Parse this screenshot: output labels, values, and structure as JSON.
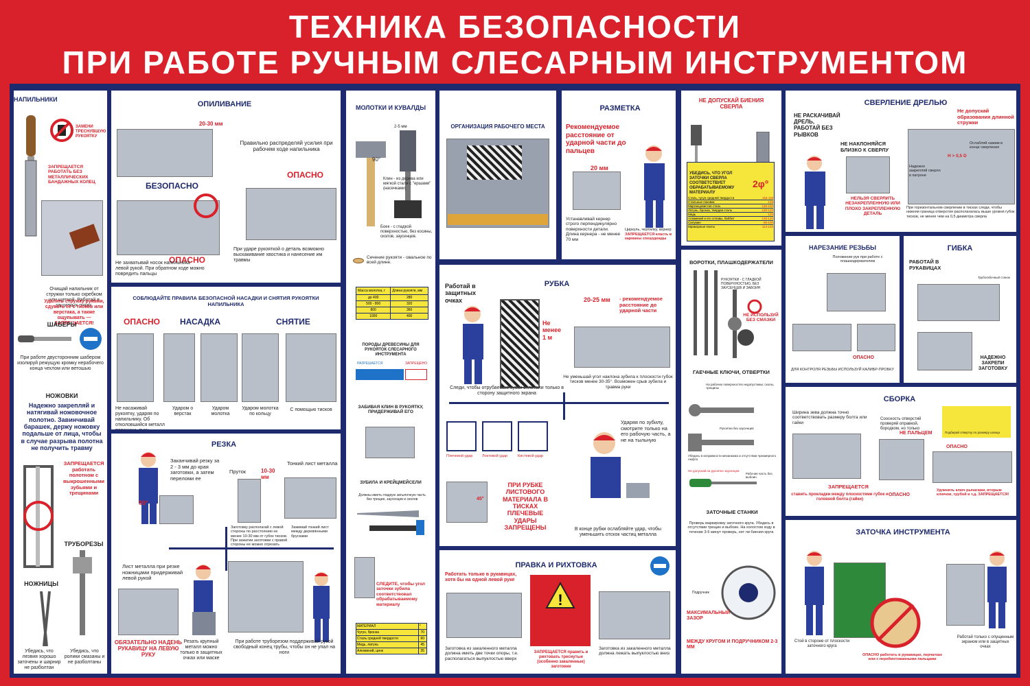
{
  "title_line1": "ТЕХНИКА БЕЗОПАСНОСТИ",
  "title_line2": "ПРИ РАБОТЕ РУЧНЫМ СЛЕСАРНЫМ ИНСТРУМЕНТОМ",
  "colors": {
    "background": "#d9212b",
    "frame": "#1e2a6e",
    "danger": "#d9212b",
    "panel": "#ffffff",
    "yellow": "#f6e53a"
  },
  "files": {
    "heading": "НАПИЛЬНИКИ",
    "replace": "ЗАМЕНИ ТРЕСНУВШУЮ РУКОЯТКУ",
    "forbidden": "ЗАПРЕЩАЕТСЯ РАБОТАТЬ БЕЗ МЕТАЛЛИЧЕСКИХ БАНДАЖНЫХ КОЛЕЦ",
    "note": "Очищай напильник от стружки только скребком или щеткой. Работай в защитных очках.",
    "note_red": "Удалять стружку руками, сдувать ее с тисков или верстака, а также ощупывать — ЗАПРЕЩАЕТСЯ!"
  },
  "scrapers": {
    "heading": "ШАБЕРЫ",
    "note": "При работе двусторонним шабером изолируй режущую кромку нерабочего конца чехлом или ветошью"
  },
  "hacksaws": {
    "heading": "НОЖОВКИ",
    "text": "Надежно закрепляй и натягивай ножовочное полотно. Завинчивай барашек, держу ножовку подальше от лица, чтобы в случае разрыва полотна не получить травму",
    "forbidden": "ЗАПРЕЩАЕТСЯ работать полотном с выкрошенными зубьями и трещинами"
  },
  "pipe_cutters": {
    "heading": "ТРУБОРЕЗЫ",
    "note": "Убедись, что ролики смазаны и не разболтаны"
  },
  "shears": {
    "heading": "НОЖНИЦЫ",
    "note": "Убедись, что лезвия хорошо заточены и шарнир не разболтан"
  },
  "filing": {
    "heading": "ОПИЛИВАНИЕ",
    "gap": "20-30 мм",
    "distribute": "Правильно распределяй усилия при рабочем ходе напильника",
    "safe": "БЕЗОПАСНО",
    "danger1": "ОПАСНО",
    "danger2": "ОПАСНО",
    "note_left": "Не захватывай носок напильника левой рукой. При обратном ходе можно повредить пальцы",
    "note_right": "При ударе рукояткой о деталь возможно выскакивание хвостика и нанесение им травмы"
  },
  "handle": {
    "heading": "СОБЛЮДАЙТЕ ПРАВИЛА БЕЗОПАСНОЙ НАСАДКИ И СНЯТИЯ РУКОЯТКИ НАПИЛЬНИКА",
    "danger": "ОПАСНО",
    "fit": "НАСАДКА",
    "remove": "СНЯТИЕ",
    "c1": "Не насаживай рукоятку, ударяя по напильнику. Об отколовшийся металл поранишь руку",
    "c2": "Ударом о верстак",
    "c3": "Ударом молотка",
    "c4": "Ударом молотка по кольцу",
    "c5": "С помощью тисков"
  },
  "cutting": {
    "heading": "РЕЗКА",
    "angle": "90°",
    "t1": "Заканчивай резку за 2 - 3 мм до края заготовки, а затем переломи ее",
    "rod": "Пруток",
    "mm": "10-30 мм",
    "thin": "Тонкий лист металла",
    "t2": "Заготовку располагай с левой стороны по расстоянию не менее 10-30 мм от губок тисков. При зажатии заготовки с правой стороны ее можно отрезать",
    "t3": "Зажимай тонкий лист между деревянными брусками",
    "t4": "Лист металла при резке ножницами придерживай левой рукой",
    "glove": "ОБЯЗАТЕЛЬНО НАДЕНЬ РУКАВИЦУ НА ЛЕВУЮ РУКУ",
    "t5": "Резать крупный металл можно только в защитных очках или маске",
    "t6": "При работе труборезом поддерживай рукой свободный конец трубы, чтобы он не упал на ноги"
  },
  "hammers": {
    "heading": "МОЛОТКИ И КУВАЛДЫ",
    "mm": "2-5 мм",
    "wedge": "Клин - из дерева или мягкой стали с \"ершами\" (насечками)",
    "angle": "90°",
    "firm": "Боек - с гладкой поверхностью, без косины, сколов, заусенцев.",
    "section": "Сечение рукояти - овальное по всей длине.",
    "table_h1": "Масса молотка, г",
    "table_h2": "Длина рукояти, мм",
    "table_rows": [
      [
        "до 400",
        "280"
      ],
      [
        "500 - 800",
        "320"
      ],
      [
        "800",
        "360"
      ],
      [
        "1000",
        "400"
      ]
    ],
    "wood": "ПОРОДЫ ДРЕВЕСИНЫ ДЛЯ РУКОЯТОК СЛЕСАРНОГО ИНСТРУМЕНТА",
    "allowed": "РАЗРЕШАЕТСЯ",
    "forbidden": "ЗАПРЕЩЕНО",
    "clamp": "ЗАБИВАЯ КЛИН В РУКОЯТКУ, ПРИДЕРЖИВАЙ ЕГО",
    "chisels": "ЗУБИЛА И КРЕЙЦМЕЙСЕЛИ",
    "chisel_note": "Должны иметь гладкую затылочную часть без трещин, заусенцев и сколов",
    "watch": "СЛЕДИТЕ, чтобы угол заточки зубила соответствовал обрабатываемому материалу",
    "mat_h1": "МАТЕРИАЛ",
    "mat_h2": "°",
    "materials": [
      [
        "Чугун, бронза",
        "70"
      ],
      [
        "Сталь средней твердости",
        "60"
      ],
      [
        "Медь, латунь",
        "45"
      ],
      [
        "Алюминий, цинк",
        "35"
      ]
    ]
  },
  "workplace": {
    "heading": "ОРГАНИЗАЦИЯ РАБОЧЕГО МЕСТА"
  },
  "marking": {
    "heading": "РАЗМЕТКА",
    "distance": "Рекомендуемое расстояние от ударной части до пальцев",
    "mm": "20 мм",
    "punch": "Устанавливай кернер строго перпендикулярно поверхности детали. Длина кернера - не менее 70 мм",
    "compass": "Циркуль, чертилку, кернер",
    "compass_red": "ЗАПРЕЩАЕТСЯ класть в карманы спецодежды"
  },
  "chopping": {
    "heading": "РУБКА",
    "glasses": "Работай в защитных очках",
    "mm": "20-25 мм",
    "recommend": "- рекомендуемое расстояние до ударной части",
    "screen": "Не менее 1 м",
    "eye": "Следи, чтобы отрубаемые куски отлетали только в сторону защитного экрана",
    "angle": "Не уменьшай угол наклона зубила к плоскости губок тисков менее 30-35°. Возможен срыв зубила и травма руки",
    "strike": "Ударяя по зубилу, смотрите только на его рабочую часть, а не на тыльную",
    "shoulder": "Плечевой удар",
    "elbow": "Локтевой удар",
    "wrist": "Кистевой удар",
    "deg": "45°",
    "banned": "ПРИ РУБКЕ ЛИСТОВОГО МАТЕРИАЛА В ТИСКАХ ПЛЕЧЕВЫЕ УДАРЫ ЗАПРЕЩЕНЫ",
    "end": "В конце рубки ослабляйте удар, чтобы уменьшить отскок частиц металла"
  },
  "straightening": {
    "heading": "ПРАВКА И РИХТОВКА",
    "gloves": "Работать только в рукавицах, хотя бы на одной левой руке",
    "c1": "Заготовка из закаленного металла должна иметь две точки опоры, т.е. располагаться выпуклостью вверх",
    "c2": "ЗАПРЕЩАЕТСЯ править и рихтовать треснутые (особенно закаленные) заготовки",
    "c3": "Заготовка из закаленного металла должна лежать выпуклостью вниз"
  },
  "drill": {
    "heading": "НЕ ДОПУСКАЙ БИЕНИЯ СВЕРЛА",
    "check": "УБЕДИСЬ, ЧТО УГОЛ ЗАТОЧКИ СВЕРЛА СООТВЕТСТВУЕТ ОБРАБАТЫВАЕМОМУ МАТЕРИАЛУ",
    "angle": "2φ°",
    "rows": [
      [
        "Сталь, чугун средней твердости",
        "116-118"
      ],
      [
        "Стальные поковки",
        "125"
      ],
      [
        "Марганцовистая сталь",
        "136-150"
      ],
      [
        "Латунь, бронза, твердая сталь",
        "130-140"
      ],
      [
        "Медь",
        "125"
      ],
      [
        "Алюминий и его сплавы, баббит",
        "130-140"
      ],
      [
        "Силумин",
        "90-100"
      ],
      [
        "Мраморные плиты",
        "114-120"
      ]
    ]
  },
  "taps": {
    "heading": "ВОРОТКИ, ПЛАШКОДЕРЖАТЕЛИ",
    "handles": "РУКОЯТКИ - С ГЛАДКОЙ ПОВЕРХНОСТЬЮ, БЕЗ ЗАУСЕНЦЕВ И ЗАБОИН",
    "oil": "НЕ ИСПОЛЬЗУЙ БЕЗ СМАЗКИ"
  },
  "wrenches": {
    "heading": "ГАЕЧНЫЕ КЛЮЧИ, ОТВЕРТКИ",
    "w1": "На рабочих поверхностях недопустимы: сколы, трещины",
    "w2": "Рукоятки без заусенцев",
    "w3": "Убедись в исправности механизма и отсутствии чрезмерного люфта",
    "w4": "Не допускай на рукоятке заусенцев",
    "w5": "Рабочая часть без выбоин"
  },
  "grinders": {
    "heading": "ЗАТОЧНЫЕ СТАНКИ",
    "note": "Проверь маркировку заточного круга. Убедись в отсутствии трещин и выбоин. На холостом ходу в течение 3-5 минут проверь, нет ли биения круга",
    "gap": "МАКСИМАЛЬНЫЙ ЗАЗОР",
    "gap2": "МЕЖДУ КРУГОМ И ПОДРУЧНИКОМ 2-3 ММ",
    "rest": "Подручник"
  },
  "drilling": {
    "heading": "СВЕРЛЕНИЕ ДРЕЛЬЮ",
    "rock": "НЕ РАСКАЧИВАЙ ДРЕЛЬ, РАБОТАЙ БЕЗ РЫВКОВ",
    "lean": "НЕ НАКЛОНЯЙСЯ БЛИЗКО К СВЕРЛУ",
    "chip": "Не допускай образования длинной стружки",
    "relax": "Ослабляй нажим в конце сверления",
    "secure": "Надежно закрепляй сверло в патроне",
    "dia": "Н > 0,5 D",
    "forbid": "НЕЛЬЗЯ СВЕРЛИТЬ НЕЗАКРЕПЛЕННУЮ ИЛИ ПЛОХО ЗАКРЕПЛЕННУЮ ДЕТАЛЬ",
    "note": "При горизонтальном сверлении в тисках следи, чтобы нижняя граница отверстия располагалась выше уровня губок тисков, не менее чем на 0,5 диаметра сверла"
  },
  "threading": {
    "heading": "НАРЕЗАНИЕ РЕЗЬБЫ",
    "hands": "Положение рук при работе с плашкодержателем",
    "danger": "ОПАСНО",
    "gauge": "ДЛЯ КОНТРОЛЯ РЕЗЬБЫ ИСПОЛЬЗУЙ КАЛИБР-ПРОБКУ"
  },
  "bending": {
    "heading": "ГИБКА",
    "gloves": "РАБОТАЙ В РУКАВИЦАХ",
    "stand": "Трубогибочный станок",
    "secure": "НАДЕЖНО ЗАКРЕПИ ЗАГОТОВКУ"
  },
  "assembly": {
    "heading": "СБОРКА",
    "wrench": "Ширина зева должна точно соответствовать размеру болта или гайки",
    "coax": "Соосность отверстий проверяй оправкой, бородком, но только",
    "nofinger": "НЕ ПАЛЬЦЕМ",
    "screw": "Подбирай отвертку по размеру шлица",
    "forbidden": "ЗАПРЕЩАЕТСЯ",
    "pads": "ставить прокладки между плоскостями губок и головкой болта (гайки)",
    "danger": "ОПАСНО",
    "danger2": "ОПАСНО",
    "extend": "Удлинять ключ рычагами, вторым ключом, трубой и т.д. ЗАПРЕЩАЕТСЯ!"
  },
  "sharpening": {
    "heading": "ЗАТОЧКА ИНСТРУМЕНТА",
    "side": "Стой в стороне от плоскости заточного круга",
    "danger": "ОПАСНО работать в рукавицах, перчатках или с перебинтованными пальцами",
    "screen": "Работай только с опущенным экраном или в защитных очках"
  }
}
